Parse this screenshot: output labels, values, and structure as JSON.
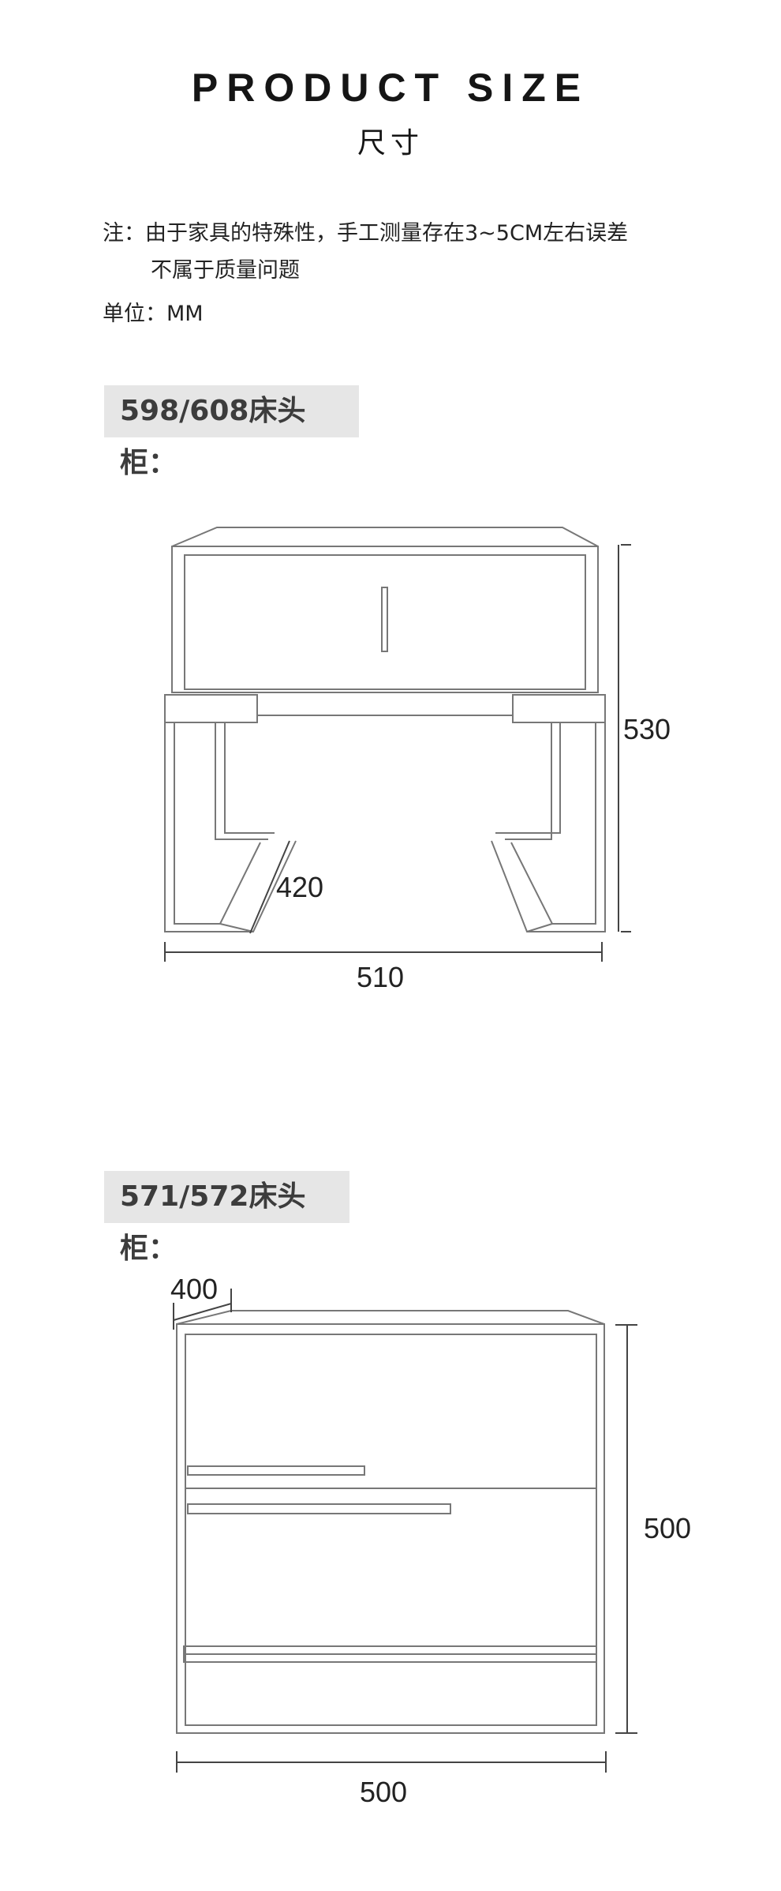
{
  "header": {
    "title": "PRODUCT SIZE",
    "subtitle": "尺寸"
  },
  "notes": {
    "line1": "注：由于家具的特殊性，手工测量存在3~5CM左右误差",
    "line2": "不属于质量问题",
    "unit": "单位：MM"
  },
  "products": [
    {
      "label": "598/608床头柜：",
      "dims": {
        "height": "530",
        "width": "510",
        "depth": "420"
      }
    },
    {
      "label": "571/572床头柜：",
      "dims": {
        "depth": "400",
        "height": "500",
        "width": "500"
      }
    }
  ],
  "colors": {
    "line": "#777777",
    "label_bg": "#e6e6e6"
  }
}
